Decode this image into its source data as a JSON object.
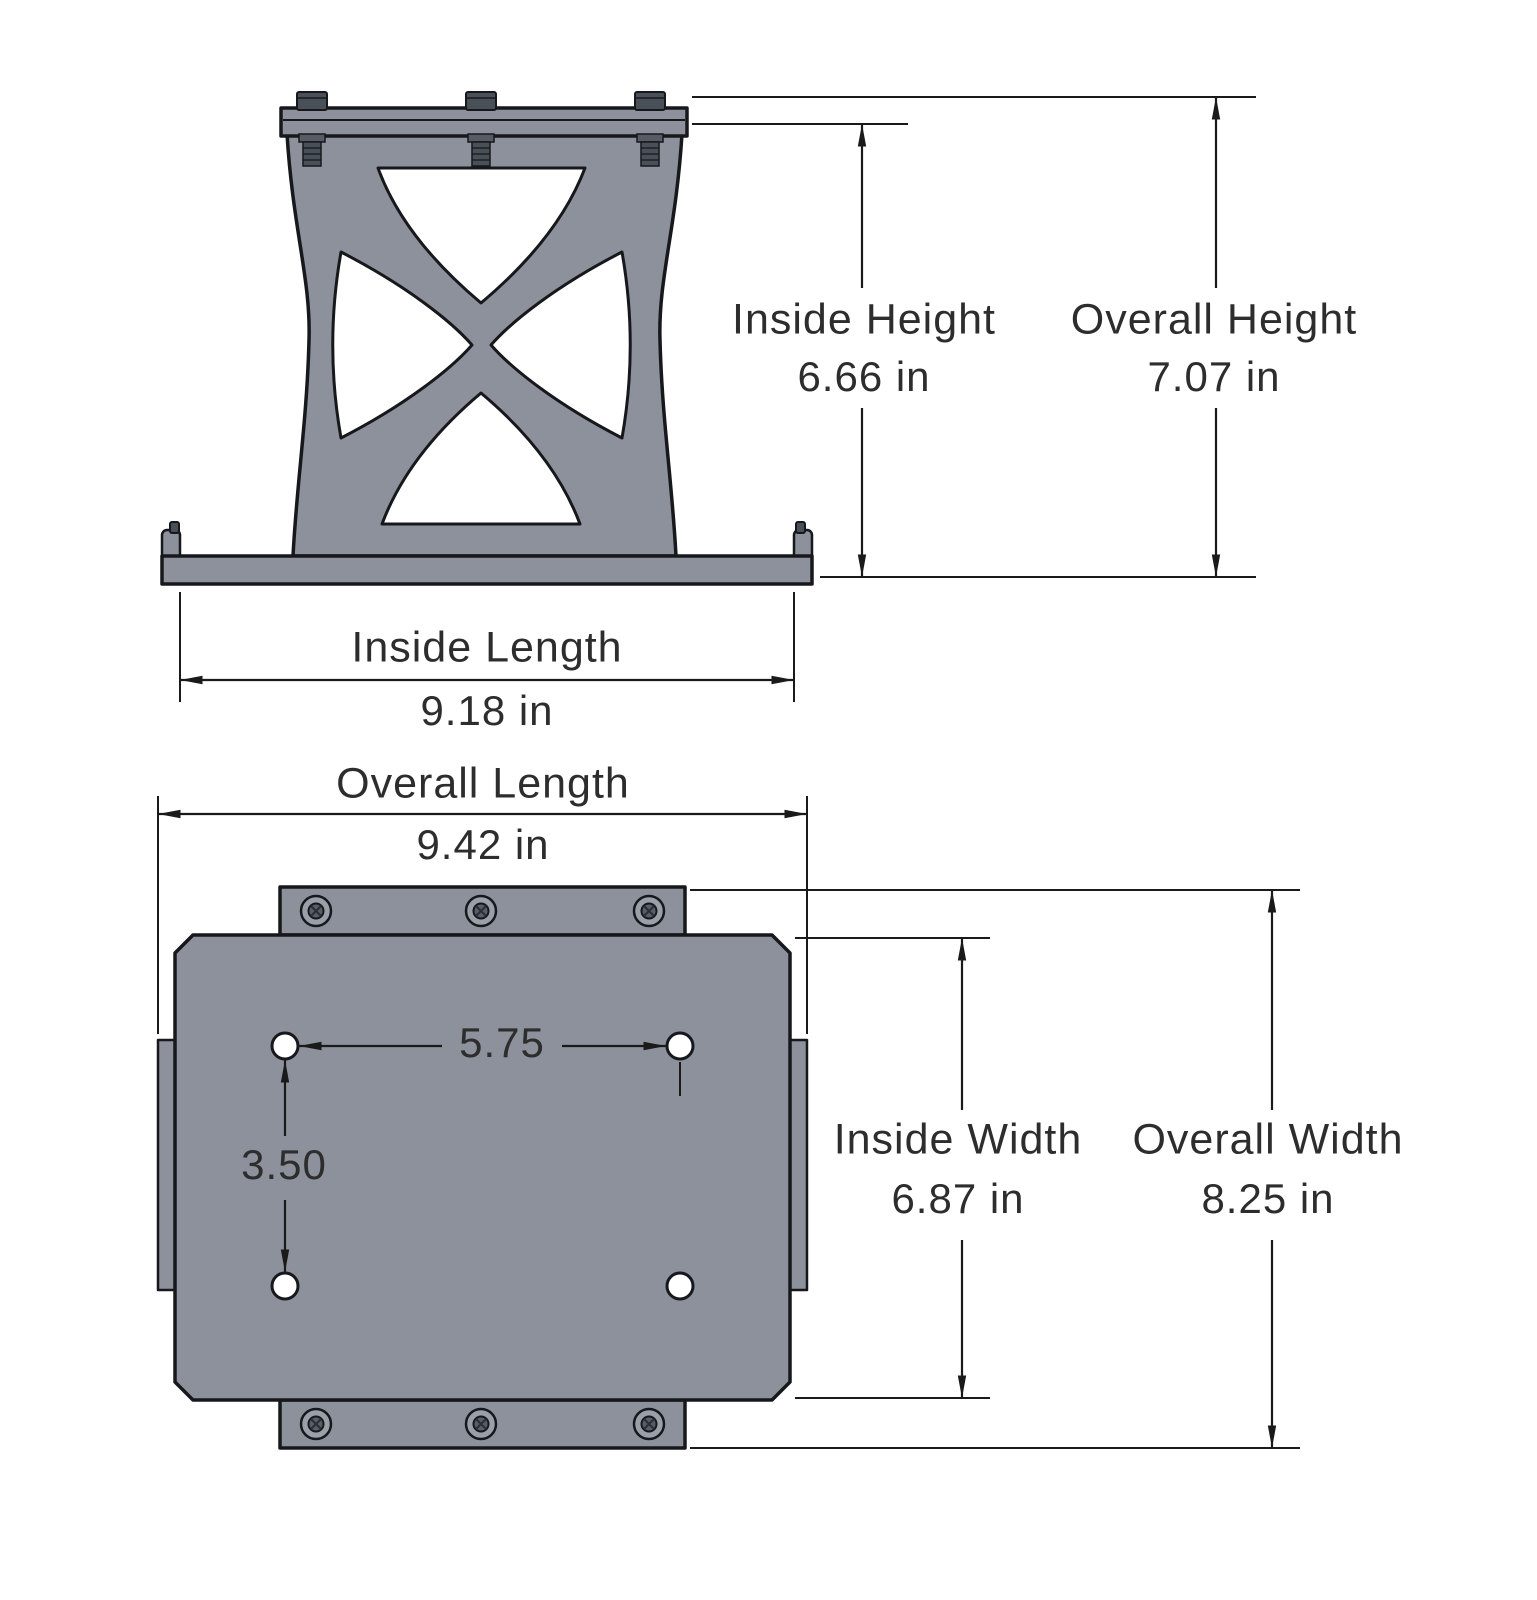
{
  "drawing": {
    "type": "technical-dimension-drawing",
    "subject": "battery-box-mount-bracket",
    "background_color": "#ffffff",
    "part_fill_color": "#8C919B",
    "outline_color": "#16181c",
    "dimension_line_color": "#1a1a1a",
    "text_color": "#2d2d2d",
    "front_view": {
      "inside_height": {
        "label": "Inside Height",
        "value": "6.66 in"
      },
      "overall_height": {
        "label": "Overall Height",
        "value": "7.07 in"
      },
      "inside_length": {
        "label": "Inside Length",
        "value": "9.18 in"
      }
    },
    "top_view": {
      "overall_length": {
        "label": "Overall Length",
        "value": "9.42 in"
      },
      "inside_width": {
        "label": "Inside Width",
        "value": "6.87 in"
      },
      "overall_width": {
        "label": "Overall Width",
        "value": "8.25 in"
      },
      "hole_spacing_horizontal": {
        "value": "5.75"
      },
      "hole_spacing_vertical": {
        "value": "3.50"
      }
    }
  }
}
